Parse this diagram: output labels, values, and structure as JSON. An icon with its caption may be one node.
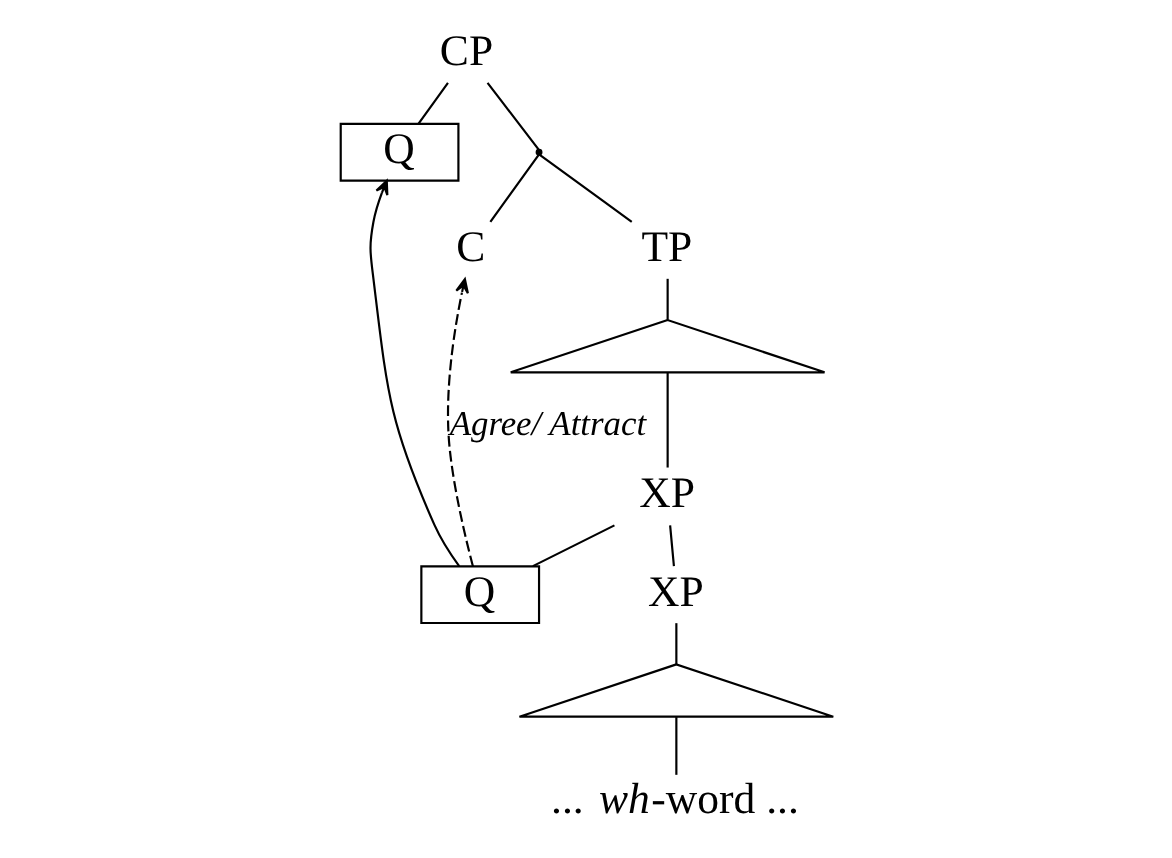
{
  "diagram": {
    "nodes": [
      {
        "text": [
          "CP"
        ]
      },
      {
        "text": [
          "Q"
        ]
      },
      {
        "text": [],
        "shape": "point"
      },
      {
        "text": [
          "C"
        ]
      },
      {
        "text": [
          "TP"
        ]
      },
      {
        "text": [],
        "shape": "triangle"
      },
      {
        "text": [
          "XP"
        ]
      },
      {
        "text": [
          "Q"
        ]
      },
      {
        "text": [
          "XP"
        ]
      },
      {
        "text": [],
        "shape": "triangle"
      },
      {
        "text": [
          "... *wh*-word ..."
        ]
      }
    ],
    "edges": [
      {
        "from": 0,
        "to": 1,
        "arrow": "none"
      },
      {
        "from": 0,
        "to": 2,
        "arrow": "none"
      },
      {
        "from": 2,
        "to": 3,
        "arrow": "none"
      },
      {
        "from": 2,
        "to": 4,
        "arrow": "none"
      },
      {
        "from": 4,
        "to": 5,
        "arrow": "none"
      },
      {
        "from": 5,
        "to": 6,
        "arrow": "none"
      },
      {
        "from": 6,
        "to": 7,
        "arrow": "none"
      },
      {
        "from": 6,
        "to": 8,
        "arrow": "none"
      },
      {
        "from": 8,
        "to": 9,
        "arrow": "none"
      },
      {
        "from": 9,
        "to": 10,
        "arrow": "none"
      },
      {
        "from": 7,
        "to": 3,
        "arrow": "to",
        "style": "dashed",
        "label": "Agree/ Attract"
      },
      {
        "from": 7,
        "to": 1,
        "arrow": "to"
      }
    ]
  }
}
